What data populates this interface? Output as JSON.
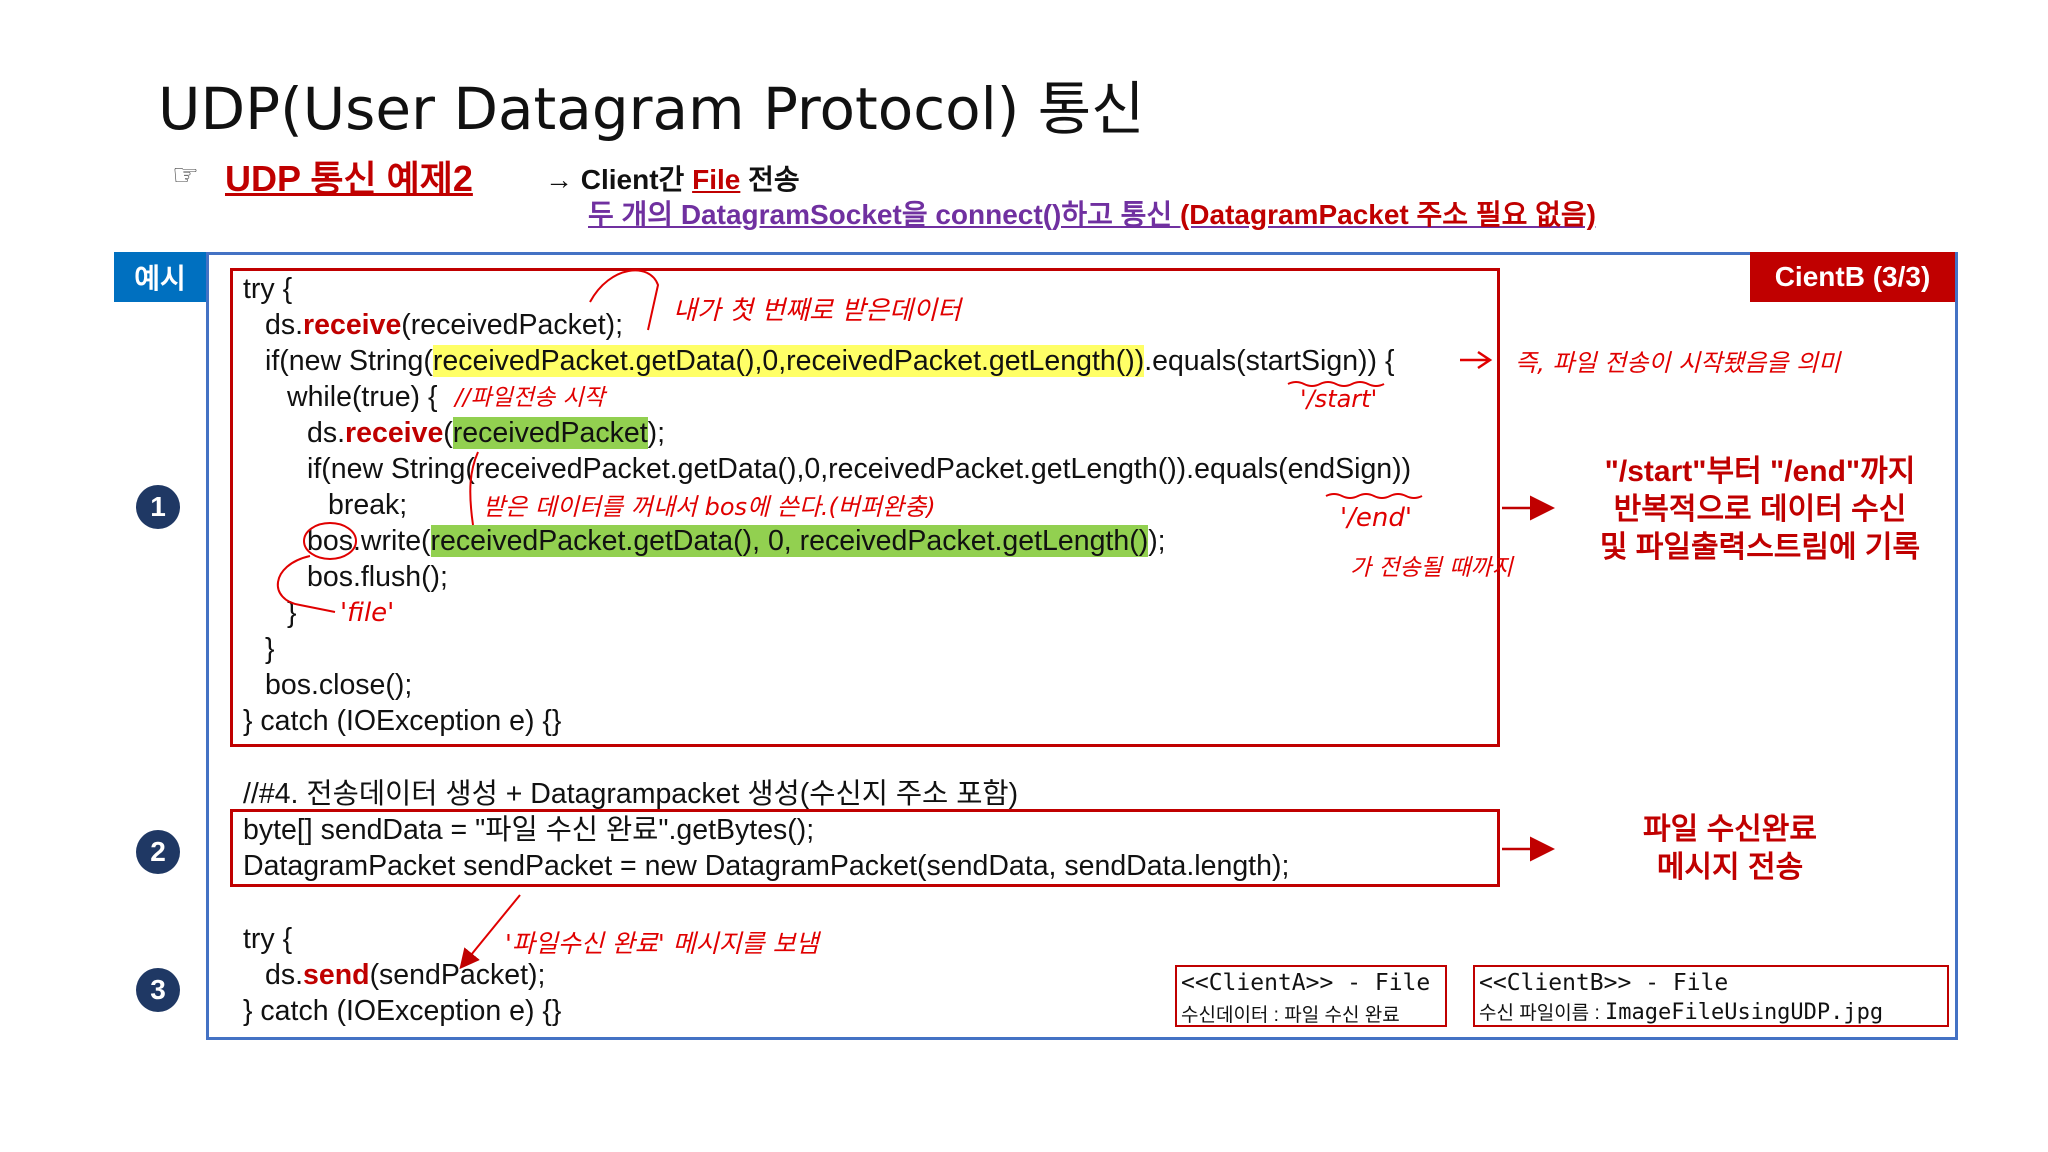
{
  "slide": {
    "title": "UDP(User Datagram Protocol) 통신",
    "hand_icon": "☞",
    "example_title": "UDP 통신 예제2",
    "arrow_prefix": "→ Client간 ",
    "arrow_file": "File",
    "arrow_suffix": " 전송",
    "purple_main": "두 개의 DatagramSocket을 connect()하고 통신 ",
    "purple_paren": "(DatagramPacket 주소 필요 없음)"
  },
  "labels": {
    "example": "예시",
    "client": "CientB (3/3)",
    "step1": "1",
    "step2": "2",
    "step3": "3"
  },
  "code": {
    "l1": "try {",
    "l2_a": "ds.",
    "l2_kw": "receive",
    "l2_b": "(receivedPacket);",
    "l3_a": "if(new String(",
    "l3_h": "receivedPacket.getData(),0,receivedPacket.getLength())",
    "l3_b": ".equals(startSign)) {",
    "l4": "while(true) {",
    "l5_a": "ds.",
    "l5_kw": "receive",
    "l5_b": "(",
    "l5_h": "receivedPacket",
    "l5_c": ");",
    "l6": "if(new String(receivedPacket.getData(),0,receivedPacket.getLength()).equals(endSign))",
    "l7": "break;",
    "l8_a": "bos.write(",
    "l8_h": "receivedPacket.getData(), 0, receivedPacket.getLength()",
    "l8_b": ");",
    "l9": "bos.flush();",
    "l10": "}",
    "l11": "}",
    "l12": "bos.close();",
    "l13": "} catch (IOException e) {}",
    "comment4": "//#4. 전송데이터 생성 + Datagrampacket 생성(수신지 주소 포함)",
    "b2_l1": "byte[] sendData = \"파일 수신 완료\".getBytes();",
    "b2_l2": "DatagramPacket sendPacket = new DatagramPacket(sendData, sendData.length);",
    "b3_l1": "try {",
    "b3_l2_a": "ds.",
    "b3_l2_kw": "send",
    "b3_l2_b": "(sendPacket);",
    "b3_l3": "} catch (IOException e) {}"
  },
  "notes": {
    "n1_l1": "\"/start\"부터 \"/end\"까지",
    "n1_l2": "반복적으로 데이터 수신",
    "n1_l3": "및 파일출력스트림에 기록",
    "n2_l1": "파일 수신완료",
    "n2_l2": "메시지 전송"
  },
  "annotations": {
    "a1": "내가 첫 번째로 받은데이터",
    "a2": "즉, 파일 전송이 시작됐음을 의미",
    "a3": "'/start'",
    "a4": "//파일전송 시작",
    "a5": "받은 데이터를 꺼내서  bos에 쓴다.(버퍼완충)",
    "a6": "'/end'",
    "a7": "가 전송될 때까지",
    "a8": "'file'",
    "a9": "'파일수신 완료'  메시지를 보냄"
  },
  "outputs": {
    "a_title": "<<ClientA>> - File",
    "a_label": "수신데이터 : ",
    "a_value": "파일 수신 완료",
    "b_title": "<<ClientB>> - File",
    "b_label": "수신 파일이름 : ",
    "b_value": "ImageFileUsingUDP.jpg"
  },
  "colors": {
    "accent_red": "#c00000",
    "blue": "#0070c0",
    "border_blue": "#4472c4",
    "purple": "#7030a0",
    "highlight_yellow": "#ffff66",
    "highlight_green": "#92d050",
    "step_circle": "#1f3864",
    "annotation_red": "#e00000"
  }
}
